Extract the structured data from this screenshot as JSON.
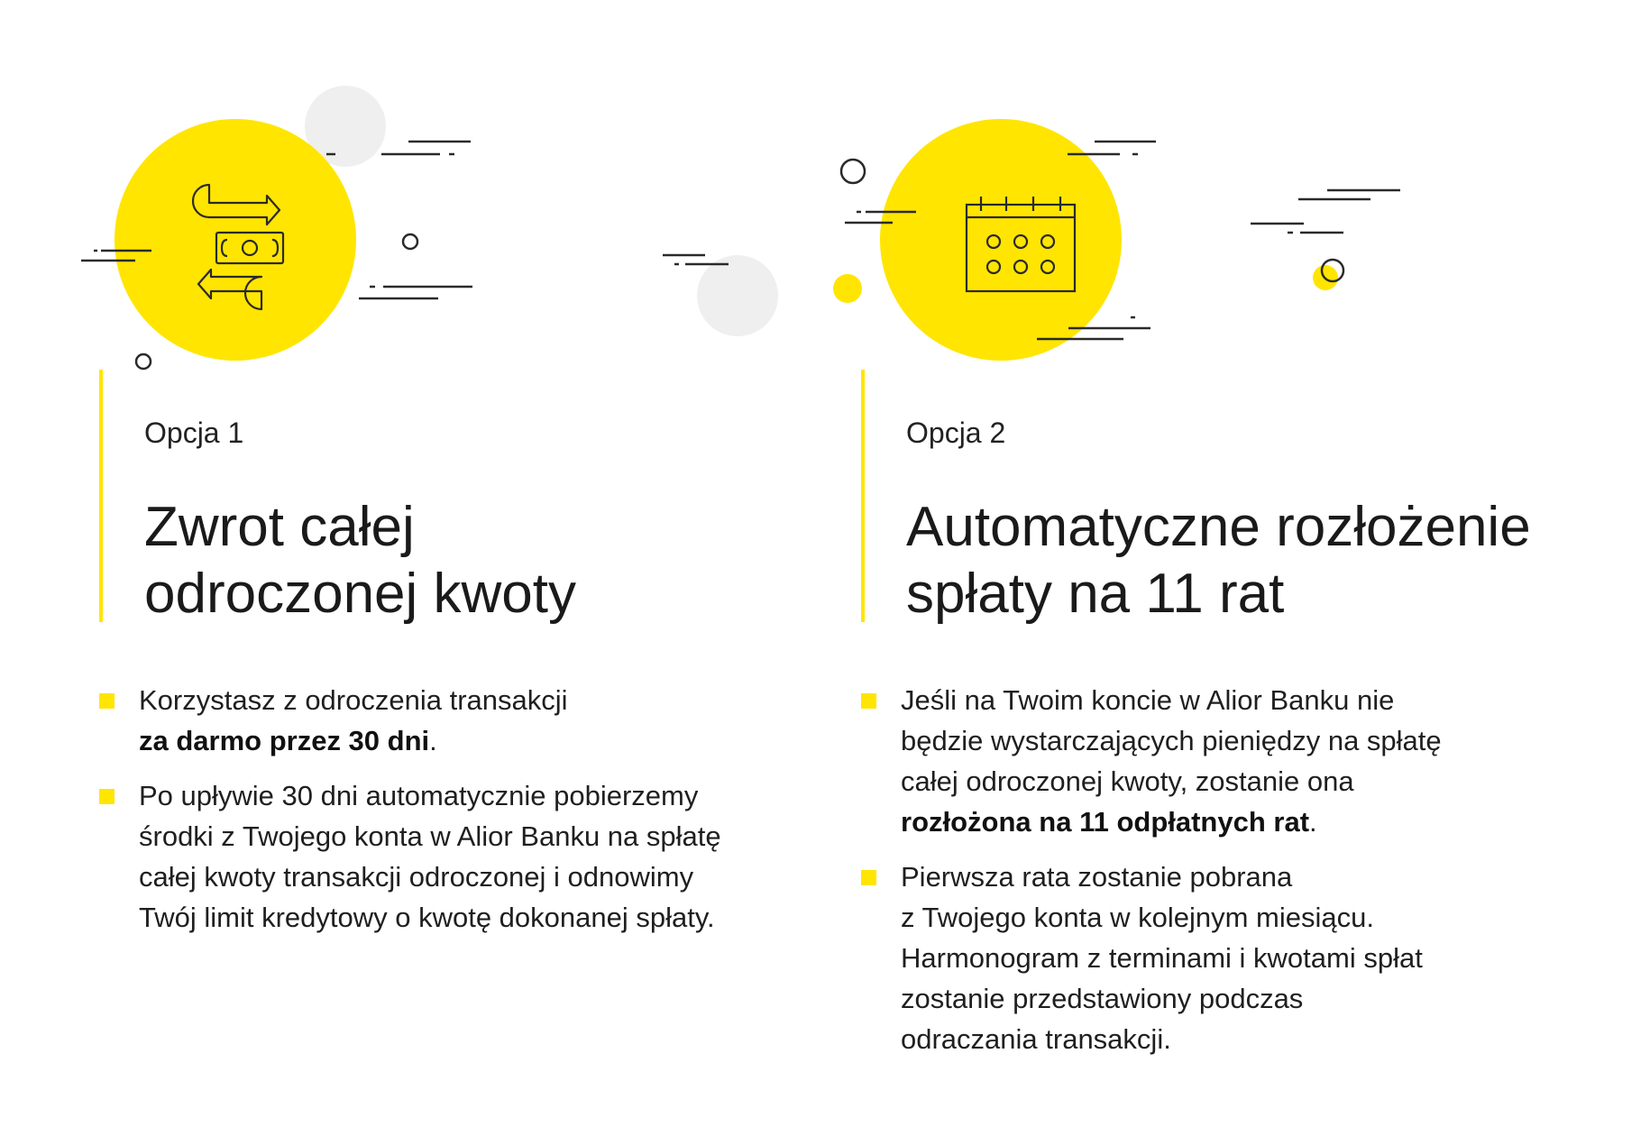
{
  "colors": {
    "accent": "#ffe500",
    "text": "#1a1a1a",
    "circle_gray": "#efefef",
    "line": "#2a2a2a"
  },
  "options": [
    {
      "label": "Opcja 1",
      "title_lines": [
        "Zwrot całej",
        "odroczonej kwoty"
      ],
      "icon": "money-exchange-icon",
      "bullets": [
        {
          "lines": [
            {
              "text": "Korzystasz z odroczenia transakcji"
            },
            {
              "bold": "za darmo przez 30 dni",
              "text": "."
            }
          ]
        },
        {
          "lines": [
            {
              "text": "Po upływie 30 dni automatycznie pobierzemy"
            },
            {
              "text": "środki z Twojego konta w Alior Banku na spłatę"
            },
            {
              "text": "całej kwoty transakcji odroczonej i odnowimy"
            },
            {
              "text": "Twój limit kredytowy o kwotę dokonanej spłaty."
            }
          ]
        }
      ]
    },
    {
      "label": "Opcja 2",
      "title_lines": [
        "Automatyczne rozłożenie",
        "spłaty na 11 rat"
      ],
      "icon": "calendar-icon",
      "bullets": [
        {
          "lines": [
            {
              "text": "Jeśli na Twoim koncie w Alior Banku nie"
            },
            {
              "text": "będzie wystarczających pieniędzy na spłatę"
            },
            {
              "text": "całej odroczonej kwoty, zostanie ona"
            },
            {
              "bold": "rozłożona na 11 odpłatnych rat",
              "text": "."
            }
          ]
        },
        {
          "lines": [
            {
              "text": "Pierwsza rata zostanie pobrana"
            },
            {
              "text": "z Twojego konta w kolejnym miesiącu."
            },
            {
              "text": "Harmonogram z terminami i kwotami spłat"
            },
            {
              "text": "zostanie przedstawiony podczas"
            },
            {
              "text": "odraczania transakcji."
            }
          ]
        }
      ]
    }
  ]
}
